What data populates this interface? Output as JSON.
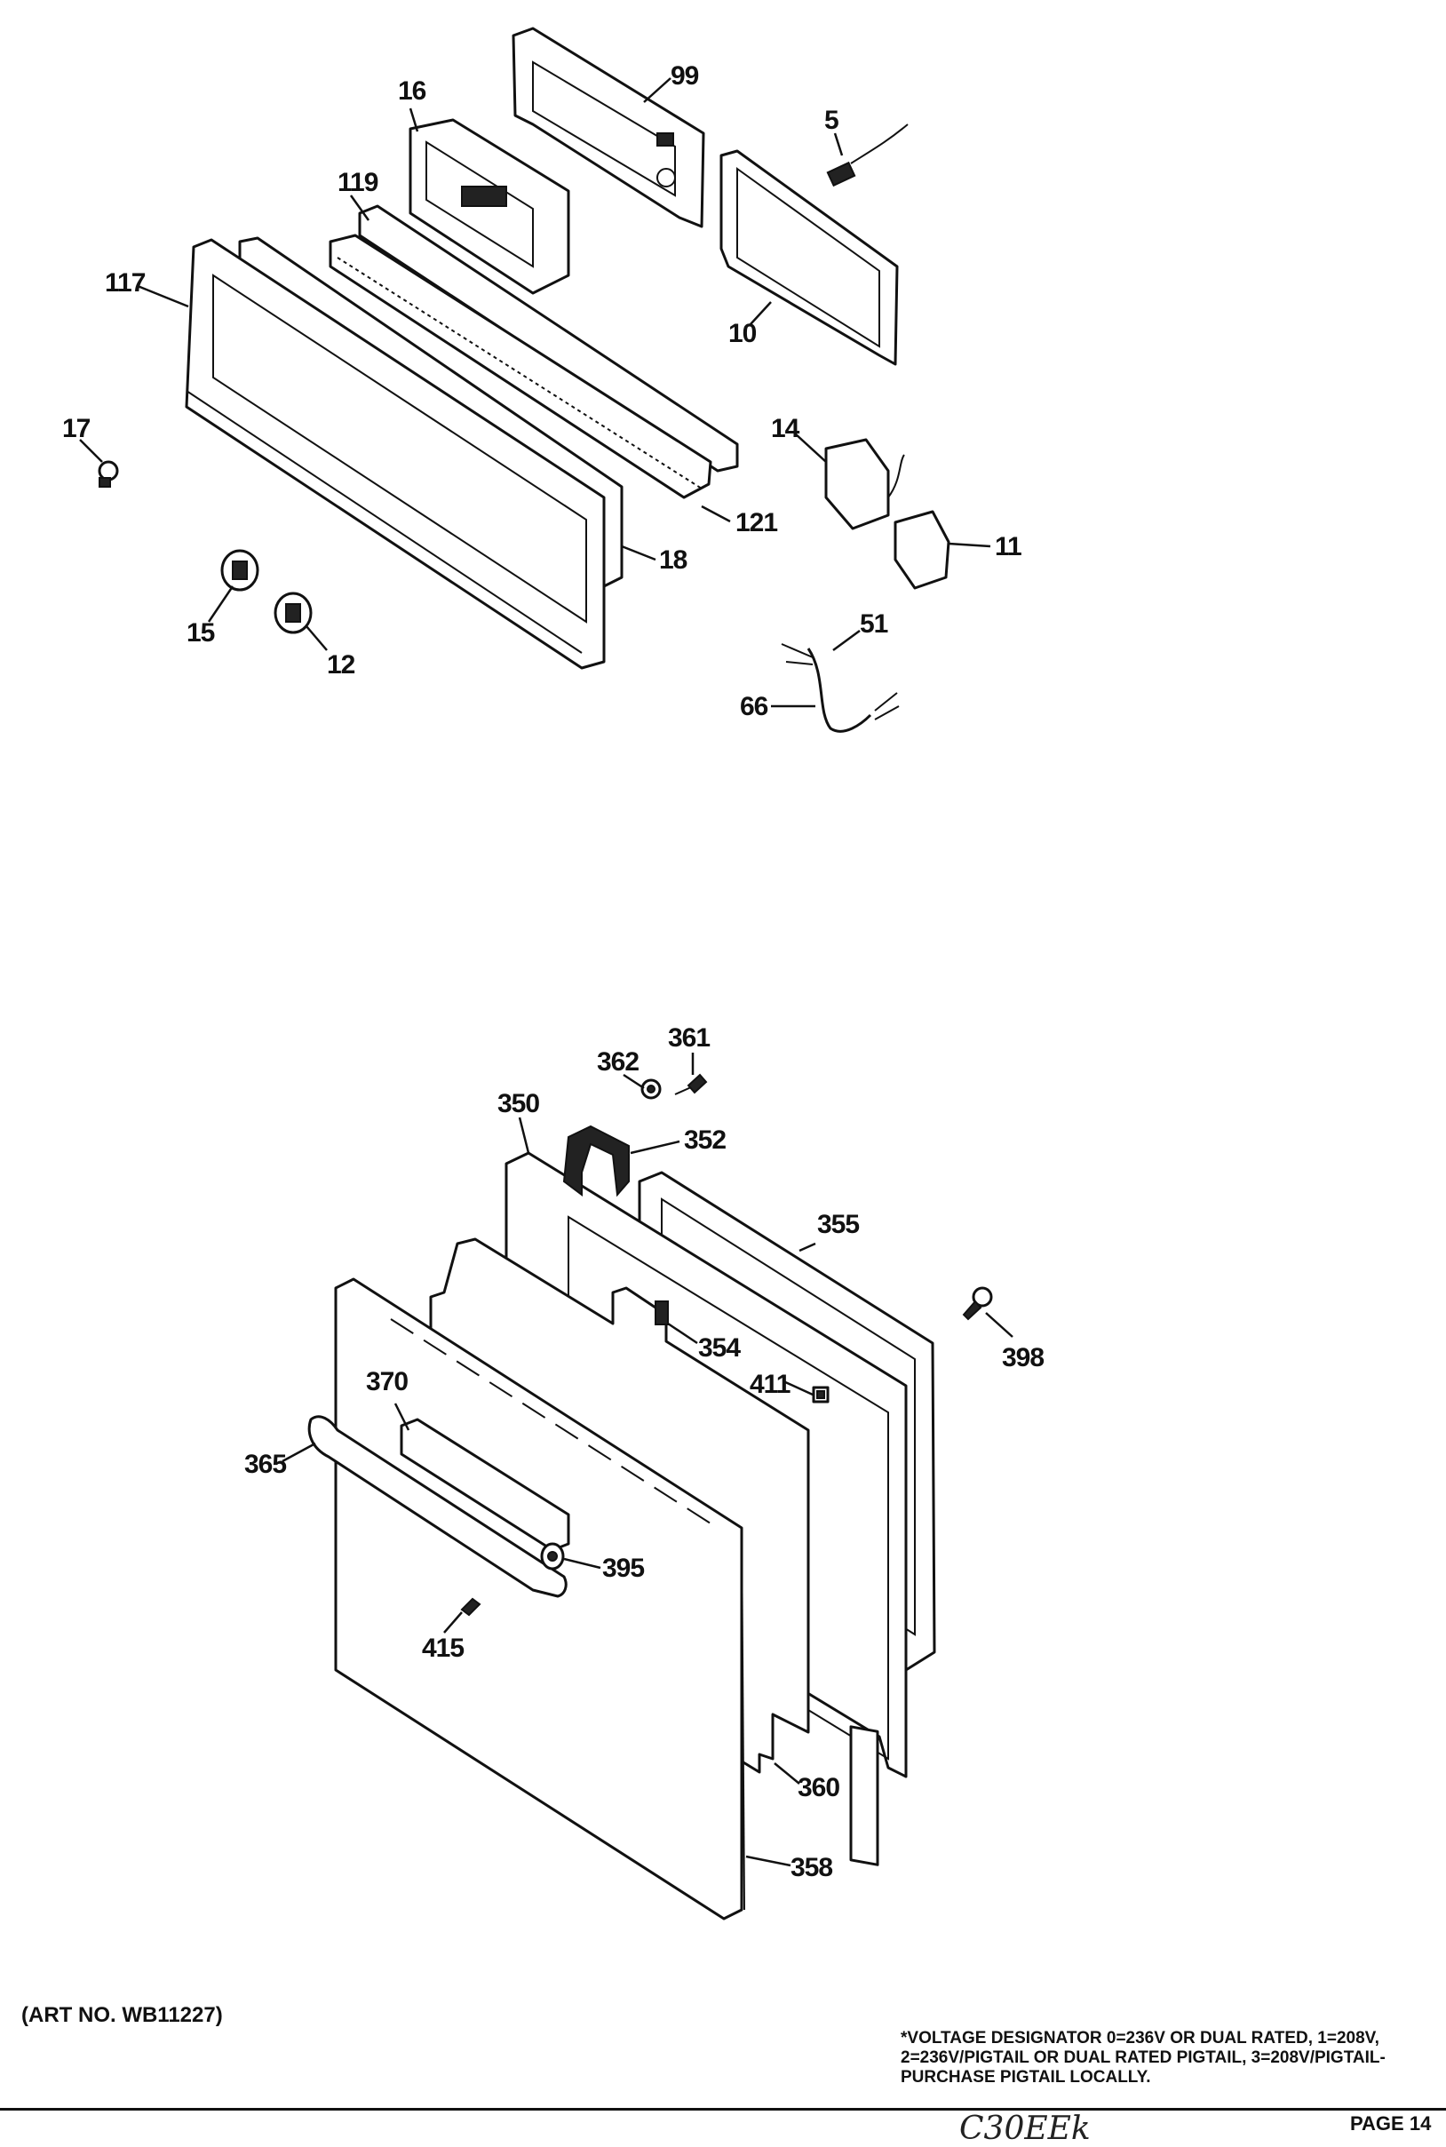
{
  "upper_callouts": [
    "99",
    "16",
    "5",
    "119",
    "117",
    "10",
    "17",
    "14",
    "121",
    "18",
    "11",
    "15",
    "12",
    "51",
    "66"
  ],
  "lower_callouts": [
    "361",
    "362",
    "350",
    "352",
    "355",
    "398",
    "354",
    "411",
    "370",
    "365",
    "395",
    "415",
    "360",
    "358"
  ],
  "art_number": "(ART NO. WB11227)",
  "voltage_note": "*VOLTAGE DESIGNATOR 0=236V OR DUAL RATED, 1=208V, 2=236V/PIGTAIL OR DUAL RATED PIGTAIL, 3=208V/PIGTAIL-PURCHASE PIGTAIL LOCALLY.",
  "model_handwritten": "C30EEk",
  "page_label": "PAGE 14"
}
